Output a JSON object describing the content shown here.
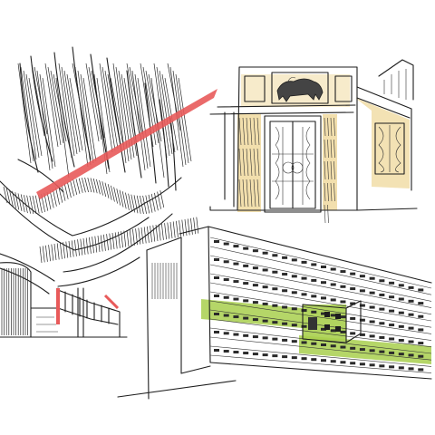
{
  "illustration": {
    "style": "pencil sketch with watercolor accents",
    "colors": {
      "ink": "#1e1e1e",
      "red_accent": "#e85a5a",
      "ochre": "#e8c56a",
      "lime_green": "#a8cf4e",
      "paper": "#ffffff"
    },
    "vignettes": [
      {
        "name": "spiral-staircase-atrium",
        "accent": "red_accent"
      },
      {
        "name": "classical-corner-building",
        "accent": "ochre"
      },
      {
        "name": "modernist-housing-block",
        "accent": "lime_green"
      }
    ]
  }
}
